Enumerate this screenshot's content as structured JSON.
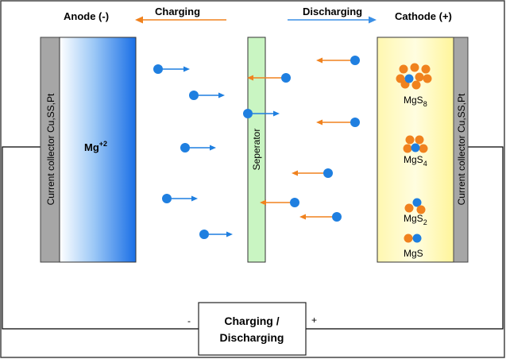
{
  "top": {
    "anode_label": "Anode (-)",
    "charging_label": "Charging",
    "discharging_label": "Discharging",
    "cathode_label": "Cathode (+)"
  },
  "anode": {
    "collector_label": "Current collector Cu,SS,Pt",
    "ion_base": "Mg",
    "ion_charge": "+2"
  },
  "separator": {
    "label": "Seperator"
  },
  "cathode": {
    "collector_label": "Current collector Cu,SS,Pt",
    "species": [
      {
        "base": "MgS",
        "sub": "8"
      },
      {
        "base": "MgS",
        "sub": "4"
      },
      {
        "base": "MgS",
        "sub": "2"
      },
      {
        "base": "MgS",
        "sub": ""
      }
    ]
  },
  "circuit": {
    "minus": "-",
    "plus": "+",
    "box_line1": "Charging /",
    "box_line2": "Discharging"
  },
  "colors": {
    "ion_blue": "#1f7fe0",
    "arrow_orange": "#f0821e",
    "anode_gradient_start": "#ffffff",
    "anode_gradient_end": "#1a6fe6",
    "separator": "#c9f5c2",
    "cathode_gradient_edge": "#fff7b0",
    "collector_gray": "#a6a6a6"
  }
}
